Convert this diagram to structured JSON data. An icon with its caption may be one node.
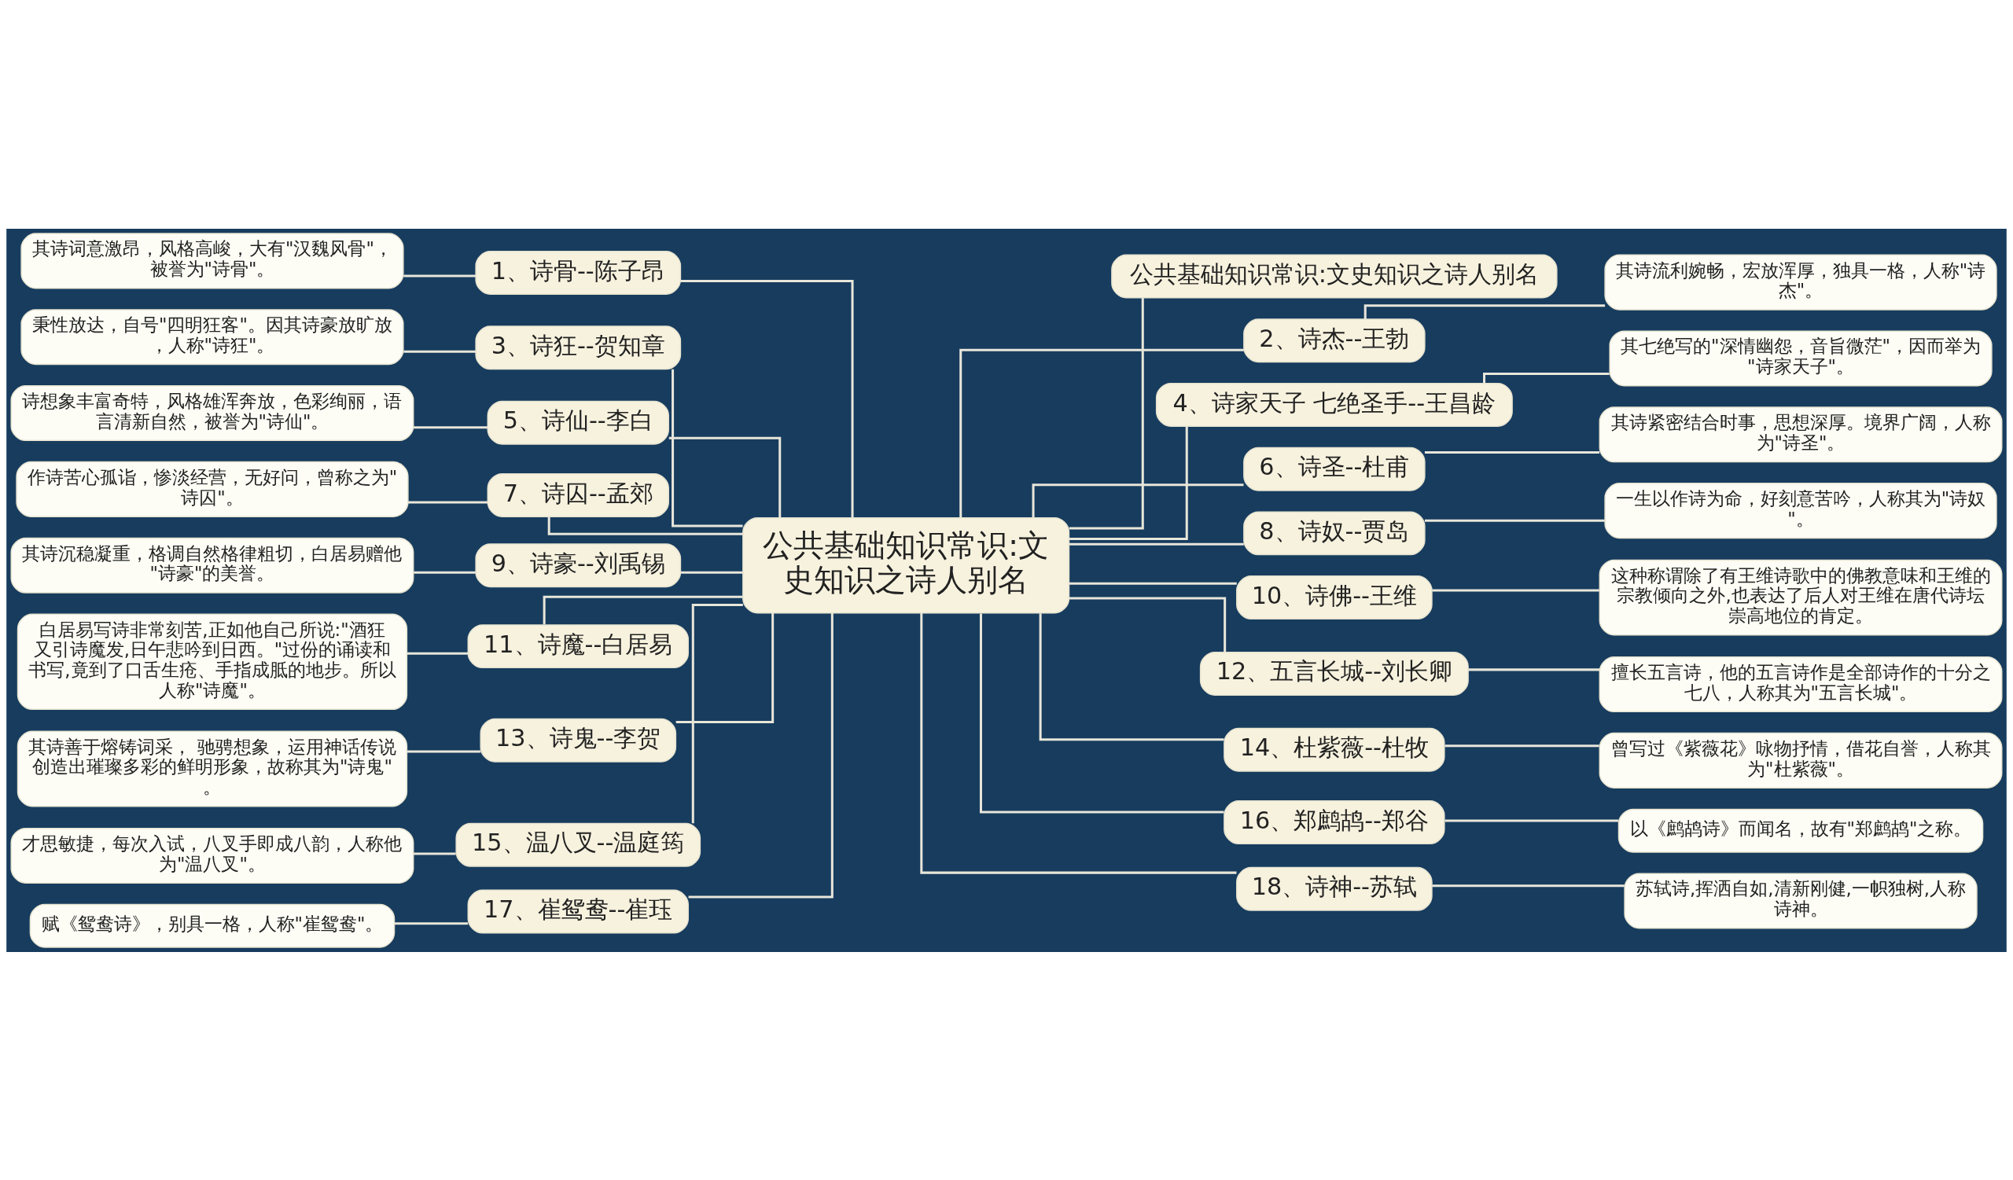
{
  "diagram": {
    "nodes": [
      {
        "text": [
          "公共基础知识常识:文史知识之诗人别名"
        ]
      },
      {
        "text": [
          "1、诗骨--陈子昂"
        ]
      },
      {
        "text": [
          "其诗词意激昂，风格高峻，大有\"汉魏风骨\"，被誉为\"诗骨\"。"
        ]
      },
      {
        "text": [
          "3、诗狂--贺知章"
        ]
      },
      {
        "text": [
          "秉性放达，自号\"四明狂客\"。因其诗豪放旷放，人称\"诗狂\"。"
        ]
      },
      {
        "text": [
          "5、诗仙--李白"
        ]
      },
      {
        "text": [
          "诗想象丰富奇特，风格雄浑奔放，色彩绚丽，语言清新自然，被誉为\"诗仙\"。"
        ]
      },
      {
        "text": [
          "7、诗囚--孟郊"
        ]
      },
      {
        "text": [
          "作诗苦心孤诣，惨淡经营，无好问，曾称之为\"诗囚\"。"
        ]
      },
      {
        "text": [
          "9、诗豪--刘禹锡"
        ]
      },
      {
        "text": [
          "其诗沉稳凝重，格调自然格律粗切，白居易赠他\"诗豪\"的美誉。"
        ]
      },
      {
        "text": [
          "11、诗魔--白居易"
        ]
      },
      {
        "text": [
          "白居易写诗非常刻苦,正如他自己所说:\"酒狂又引诗魔发,日午悲吟到日西。\"过份的诵读和书写,竟到了口舌生疮、手指成胝的地步。所以人称\"诗魔\"。"
        ]
      },
      {
        "text": [
          "13、诗鬼--李贺"
        ]
      },
      {
        "text": [
          "其诗善于熔铸词采， 驰骋想象，运用神话传说创造出璀璨多彩的鲜明形象，故称其为\"诗鬼\"。"
        ]
      },
      {
        "text": [
          "15、温八叉--温庭筠"
        ]
      },
      {
        "text": [
          "才思敏捷，每次入试，八叉手即成八韵，人称他为\"温八叉\"。"
        ]
      },
      {
        "text": [
          "17、崔鸳鸯--崔珏"
        ]
      },
      {
        "text": [
          "赋《鸳鸯诗》，别具一格，人称\"崔鸳鸯\"。"
        ]
      },
      {
        "text": [
          "公共基础知识常识:文史知识之诗人别名"
        ]
      },
      {
        "text": [
          "2、诗杰--王勃"
        ]
      },
      {
        "text": [
          "其诗流利婉畅，宏放浑厚，独具一格，人称\"诗杰\"。"
        ]
      },
      {
        "text": [
          "4、诗家天子 七绝圣手--王昌龄"
        ]
      },
      {
        "text": [
          "其七绝写的\"深情幽怨，音旨微茫\"，因而举为\"诗家天子\"。"
        ]
      },
      {
        "text": [
          "6、诗圣--杜甫"
        ]
      },
      {
        "text": [
          "其诗紧密结合时事，思想深厚。境界广阔，人称为\"诗圣\"。"
        ]
      },
      {
        "text": [
          "8、诗奴--贾岛"
        ]
      },
      {
        "text": [
          "一生以作诗为命，好刻意苦吟，人称其为\"诗奴\"。"
        ]
      },
      {
        "text": [
          "10、诗佛--王维"
        ]
      },
      {
        "text": [
          "这种称谓除了有王维诗歌中的佛教意味和王维的宗教倾向之外,也表达了后人对王维在唐代诗坛崇高地位的肯定。"
        ]
      },
      {
        "text": [
          "12、五言长城--刘长卿"
        ]
      },
      {
        "text": [
          "擅长五言诗，他的五言诗作是全部诗作的十分之七八，人称其为\"五言长城\"。"
        ]
      },
      {
        "text": [
          "14、杜紫薇--杜牧"
        ]
      },
      {
        "text": [
          "曾写过《紫薇花》咏物抒情，借花自誉，人称其为\"杜紫薇\"。"
        ]
      },
      {
        "text": [
          "16、郑鹧鸪--郑谷"
        ]
      },
      {
        "text": [
          "以《鹧鸪诗》而闻名，故有\"郑鹧鸪\"之称。"
        ]
      },
      {
        "text": [
          "18、诗神--苏轼"
        ]
      },
      {
        "text": [
          "苏轼诗,挥洒自如,清新刚健,一帜独树,人称诗神。"
        ]
      }
    ],
    "edges": [
      {
        "from": 0,
        "to": 1,
        "arrow": "none"
      },
      {
        "from": 1,
        "to": 2,
        "arrow": "none"
      },
      {
        "from": 0,
        "to": 3,
        "arrow": "none"
      },
      {
        "from": 3,
        "to": 4,
        "arrow": "none"
      },
      {
        "from": 0,
        "to": 5,
        "arrow": "none"
      },
      {
        "from": 5,
        "to": 6,
        "arrow": "none"
      },
      {
        "from": 0,
        "to": 7,
        "arrow": "none"
      },
      {
        "from": 7,
        "to": 8,
        "arrow": "none"
      },
      {
        "from": 0,
        "to": 9,
        "arrow": "none"
      },
      {
        "from": 9,
        "to": 10,
        "arrow": "none"
      },
      {
        "from": 0,
        "to": 11,
        "arrow": "none"
      },
      {
        "from": 11,
        "to": 12,
        "arrow": "none"
      },
      {
        "from": 0,
        "to": 13,
        "arrow": "none"
      },
      {
        "from": 13,
        "to": 14,
        "arrow": "none"
      },
      {
        "from": 0,
        "to": 15,
        "arrow": "none"
      },
      {
        "from": 15,
        "to": 16,
        "arrow": "none"
      },
      {
        "from": 0,
        "to": 17,
        "arrow": "none"
      },
      {
        "from": 17,
        "to": 18,
        "arrow": "none"
      },
      {
        "from": 0,
        "to": 19,
        "arrow": "none"
      },
      {
        "from": 0,
        "to": 20,
        "arrow": "none"
      },
      {
        "from": 20,
        "to": 21,
        "arrow": "none"
      },
      {
        "from": 0,
        "to": 22,
        "arrow": "none"
      },
      {
        "from": 22,
        "to": 23,
        "arrow": "none"
      },
      {
        "from": 0,
        "to": 24,
        "arrow": "none"
      },
      {
        "from": 24,
        "to": 25,
        "arrow": "none"
      },
      {
        "from": 0,
        "to": 26,
        "arrow": "none"
      },
      {
        "from": 26,
        "to": 27,
        "arrow": "none"
      },
      {
        "from": 0,
        "to": 28,
        "arrow": "none"
      },
      {
        "from": 28,
        "to": 29,
        "arrow": "none"
      },
      {
        "from": 0,
        "to": 30,
        "arrow": "none"
      },
      {
        "from": 30,
        "to": 31,
        "arrow": "none"
      },
      {
        "from": 0,
        "to": 32,
        "arrow": "none"
      },
      {
        "from": 32,
        "to": 33,
        "arrow": "none"
      },
      {
        "from": 0,
        "to": 34,
        "arrow": "none"
      },
      {
        "from": 34,
        "to": 35,
        "arrow": "none"
      },
      {
        "from": 0,
        "to": 36,
        "arrow": "none"
      },
      {
        "from": 36,
        "to": 37,
        "arrow": "none"
      }
    ]
  }
}
